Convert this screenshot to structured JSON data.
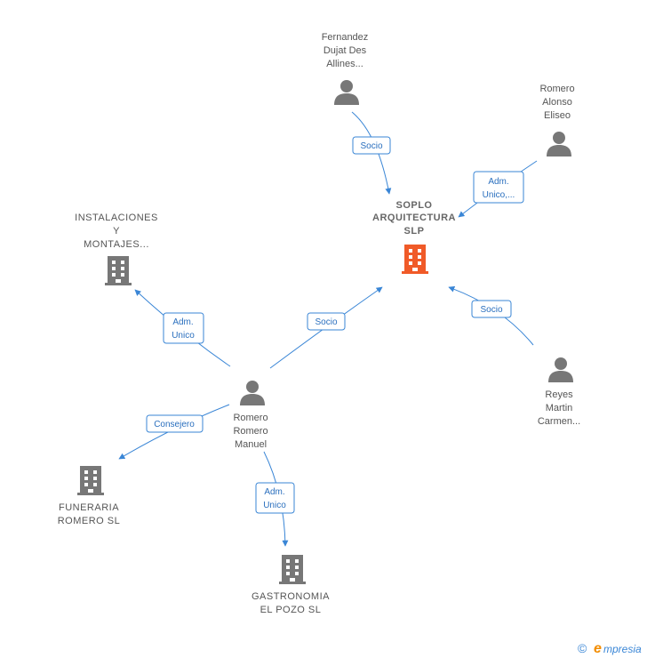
{
  "colors": {
    "edge": "#3a86d6",
    "person": "#777777",
    "company": "#777777",
    "main_company": "#f05a28"
  },
  "nodes": {
    "fernandez": {
      "type": "person",
      "lines": [
        "Fernandez",
        "Dujat Des",
        "Allines..."
      ]
    },
    "romero_alonso": {
      "type": "person",
      "lines": [
        "Romero",
        "Alonso",
        "Eliseo"
      ]
    },
    "soplo": {
      "type": "main_company",
      "lines": [
        "SOPLO",
        "ARQUITECTURA",
        "SLP"
      ]
    },
    "instalaciones": {
      "type": "company",
      "lines": [
        "INSTALACIONES",
        "Y",
        "MONTAJES..."
      ]
    },
    "romero_manuel": {
      "type": "person",
      "lines": [
        "Romero",
        "Romero",
        "Manuel"
      ]
    },
    "reyes": {
      "type": "person",
      "lines": [
        "Reyes",
        "Martin",
        "Carmen..."
      ]
    },
    "funeraria": {
      "type": "company",
      "lines": [
        "FUNERARIA",
        "ROMERO SL"
      ]
    },
    "gastronomia": {
      "type": "company",
      "lines": [
        "GASTRONOMIA",
        "EL POZO SL"
      ]
    }
  },
  "edges": [
    {
      "id": "fernandez-soplo",
      "lines": [
        "Socio"
      ]
    },
    {
      "id": "romero_alonso-soplo",
      "lines": [
        "Adm.",
        "Unico,..."
      ]
    },
    {
      "id": "reyes-soplo",
      "lines": [
        "Socio"
      ]
    },
    {
      "id": "manuel-soplo",
      "lines": [
        "Socio"
      ]
    },
    {
      "id": "manuel-instalaciones",
      "lines": [
        "Adm.",
        "Unico"
      ]
    },
    {
      "id": "manuel-funeraria",
      "lines": [
        "Consejero"
      ]
    },
    {
      "id": "manuel-gastronomia",
      "lines": [
        "Adm.",
        "Unico"
      ]
    }
  ],
  "footer": {
    "copyright_symbol": "©",
    "brand_initial": "e",
    "brand_rest": "mpresia"
  }
}
